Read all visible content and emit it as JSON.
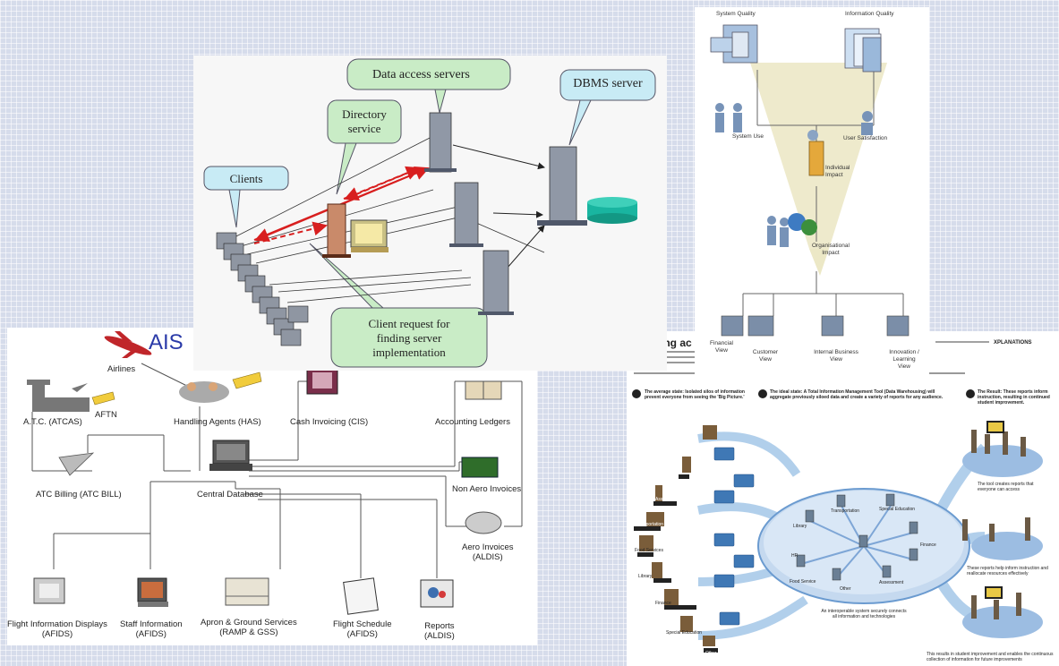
{
  "network": {
    "clients": "Clients",
    "directory": "Directory\nservice",
    "data_access": "Data access servers",
    "dbms": "DBMS server",
    "client_request": "Client request for\nfinding server\nimplementation"
  },
  "quality": {
    "system_quality": "System Quality",
    "information_quality": "Information Quality",
    "system_use": "System Use",
    "user_satisfaction": "User Satisfaction",
    "individual_impact": "Individual\nImpact",
    "org_impact": "Organisational\nImpact",
    "views": [
      "Financial\nView",
      "Customer\nView",
      "Internal Business\nView",
      "Innovation /\nLearning\nView"
    ]
  },
  "ais": {
    "title": "AIS",
    "airlines": "Airlines",
    "atc": "A.T.C. (ATCAS)",
    "aftn": "AFTN",
    "handling": "Handling Agents (HAS)",
    "cash": "Cash Invoicing (CIS)",
    "ledgers": "Accounting Ledgers",
    "atc_billing": "ATC Billing (ATC BILL)",
    "central_db": "Central Database",
    "non_aero": "Non Aero Invoices",
    "aero": "Aero Invoices\n(ALDIS)",
    "fids": "Flight Information Displays\n(AFIDS)",
    "staff": "Staff Information\n(AFIDS)",
    "apron": "Apron & Ground Services\n(RAMP & GSS)",
    "schedule": "Flight Schedule\n(AFIDS)",
    "reports": "Reports\n(ALDIS)"
  },
  "xplanations": {
    "heading": "ing ac",
    "brand": "XPLANATIONS",
    "step1": "The average state: Isolated silos of information prevent everyone from seeing the 'Big Picture.'",
    "step2": "The ideal state: A Total Information Management Tool (Data Warehousing) will aggregate previously siloed data and create a variety of reports for any audience.",
    "step3": "The Result: These reports inform instruction, resulting in continued student improvement.",
    "silos": [
      "Assessment",
      "Transportation",
      "Food Services",
      "Library",
      "Finance",
      "Special Education",
      "Other"
    ],
    "hub_nodes": [
      "Library",
      "Transportation",
      "Special Education",
      "HR",
      "Finance",
      "Food Service",
      "Other",
      "Assessment"
    ],
    "hub_caption": "An interoperable system securely connects all information and technologies",
    "result_notes": [
      "The tool creates reports that everyone can access",
      "These reports help inform instruction and reallocate resources effectively",
      "This results in student improvement and enables the continuous collection of information for future improvements"
    ]
  }
}
